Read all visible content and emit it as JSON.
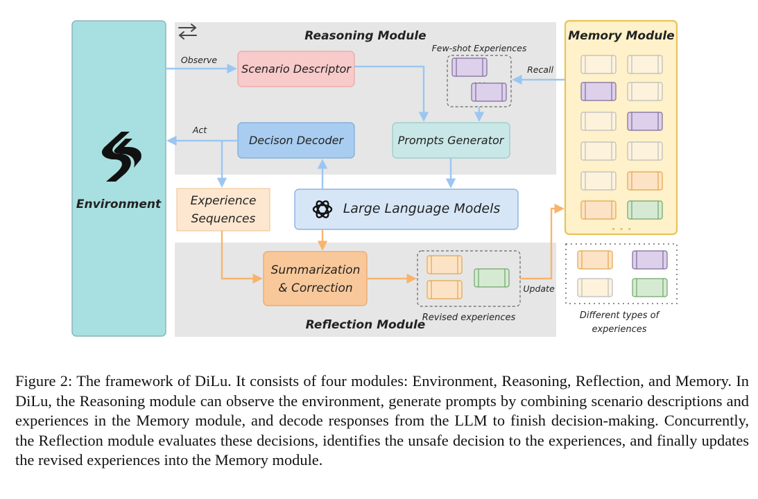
{
  "diagram": {
    "environment": {
      "label": "Environment",
      "icon": "road-icon"
    },
    "reasoning": {
      "title": "Reasoning Module",
      "cycle_icon": "cycle-icon",
      "few_shot_label": "Few-shot Experiences",
      "scenario_descriptor": "Scenario Descriptor",
      "decision_decoder": "Decison Decoder",
      "prompts_generator": "Prompts Generator"
    },
    "llm": {
      "label": "Large Language Models",
      "icon": "openai-logo-icon"
    },
    "experience_sequences": {
      "line1": "Experience",
      "line2": "Sequences"
    },
    "reflection": {
      "title": "Reflection Module",
      "summarization_line1": "Summarization",
      "summarization_line2": "& Correction",
      "revised_label": "Revised experiences"
    },
    "memory": {
      "title": "Memory Module",
      "ellipsis": ". . .",
      "types_line1": "Different types of",
      "types_line2": "experiences"
    },
    "arrows": {
      "observe": "Observe",
      "act": "Act",
      "recall": "Recall",
      "update": "Update"
    },
    "colors": {
      "environment": "#a8dfe0",
      "reasoning_bg": "#e6e6e6",
      "scenario": "#f8caca",
      "decoder": "#a9cdf1",
      "prompts": "#c9e7e6",
      "llm": "#d6e6f7",
      "experience": "#fde7d0",
      "summarization": "#f8c89a",
      "memory_bg": "#fff1c9",
      "memory_border": "#e6c35a",
      "blue_arrow": "#9cc6f2",
      "orange_arrow": "#f7b46d",
      "exp_cream": "#fdf3dc",
      "exp_purple": "#ddd0eb",
      "exp_orange": "#fde3c6",
      "exp_green": "#d6ead3"
    }
  },
  "caption": {
    "label": "Figure 2:",
    "text": "The framework of DiLu. It consists of four modules: Environment, Reasoning, Reflection, and Memory. In DiLu, the Reasoning module can observe the environment, generate prompts by combining scenario descriptions and experiences in the Memory module, and decode responses from the LLM to finish decision-making. Concurrently, the Reflection module evaluates these decisions, identifies the unsafe decision to the experiences, and finally updates the revised experiences into the Memory module."
  }
}
